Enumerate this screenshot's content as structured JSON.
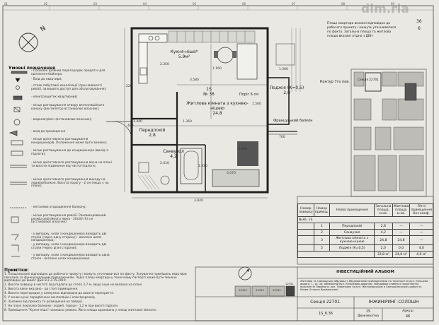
{
  "header": {
    "columns": [
      "01",
      "02",
      "03",
      "04",
      "05",
      "06",
      "07",
      "08",
      "09"
    ]
  },
  "watermark": "dim.ria",
  "topright": {
    "line1": "Площі квартири вказані відповідно до",
    "line2": "робочого проекту і можуть уточнюватися",
    "line3": "по факту. Загальна площа та житлова",
    "line4": "площа вказані згідно з ДБН",
    "num1": "36",
    "num2": "6"
  },
  "legend": {
    "title": "Умовні позначення",
    "items": [
      "- Посилені ділянки перегородок придатні для кріплення бойлера",
      "- Вхід до квартири;",
      "- стояк побутової каналізації (при наявності ревізії, залишити доступ для обслуговування);",
      "- електрощиток квартирний;",
      "- місце розташування отвору вентиляційного каналу (вентилятор встановлює власник);",
      "- водонагрівач (встановлює власник);",
      "- вхід до приміщення",
      "- місце орієнтовного розташування кондиціонерів. Положення може бути змінено;",
      "- місце розташування до кондиціонера (вихід із підлоги);",
      "- місце орієнтовного розташування вікна на плані та висоти підвіконня від чистої підлоги;",
      "- місце орієнтовного розташування виходу на лоджію/балкон. Висота порогу - 2 см (якщо є на плані);",
      "- металеве огородження балкону;",
      "- місце розташування ревізії. Рекомендований розмір ревізійного люка - 20х30 (h) см (встановлює власник)",
      "- у випадку, коли з кондиціонера виходить дві стріли (через одну сторону) - вказано шлях кондиціонера;",
      "- у випадку, коли з кондиціонера виходить дві стріли (через різні сторони);",
      "- у випадку, коли з кондиціонера виходить одна стріла - вказано шлях кондиціонера"
    ]
  },
  "notes": {
    "title": "Примітки:",
    "items": [
      "1. Площі вказані відповідно до робочого проекту і можуть уточнюватися по факту. Зонування приміщень квартири показано за функціональним призначенням. Поділ площі квартири у технічному паспорті може бути змінено відповідно до вимог ДБН В.2.2-15-2019.",
      "2. Висоти поверху в чистоті (від підлоги до стелі) 2,7 м, якщо інше не вказано на плані.",
      "3. Висота вікон вказано - до стелі приміщення.",
      "4. Висота перегородок у санвузлах відповідно до висоти перекриття.",
      "5. У зонах кухні передбачено вентиляцію і електророзвід.",
      "6. Залежно від проекту та розміщення на поверсі.",
      "7. На плані показано балкони і лоджії, тераси - 1,2 м при висоті підлоги.",
      "8. Приміщення \"Кухня-ніша\" показано умовно. Його площа враховано у площі житлової кімнати."
    ]
  },
  "plan": {
    "kitchen": {
      "name": "Кухня-ніша*",
      "area": "5.9м²"
    },
    "apartment": {
      "code": "1S",
      "number": "№ 36"
    },
    "living": {
      "name": "Житлова кімната з кухнею-нішею",
      "area": "24,8"
    },
    "hallway": {
      "name": "Передпокій",
      "area": "2,8"
    },
    "bathroom": {
      "name": "Санвузол",
      "area": "4,2"
    },
    "loggia": {
      "name": "Лоджія (К=0,5)",
      "area": "2,0"
    },
    "door_sill": "Поріг 6 см",
    "french_balcony": "Французький балкон",
    "contour": "Контур 7го пов.",
    "section_tag": "Секція 22701",
    "dims": {
      "d2350": "2.350",
      "d3580": "3.580",
      "d1160": "1.160",
      "d1360": "1.360",
      "d1440": "1.440",
      "d3000": "3.000",
      "d3070": "3.070",
      "d2410": "2.410",
      "d1930": "1.930",
      "d700": "700",
      "d1560": "1.560",
      "d3920": "3.920",
      "d220": "220",
      "d480": "480",
      "d1300": "1.300"
    }
  },
  "table": {
    "headers": [
      "Номер поверху",
      "Номер приміщ.",
      "Назва приміщення",
      "Загальна площа, м.кв.",
      "Житлова площа, м.кв.",
      "Літні приміщення без коеф."
    ],
    "group": "№36, 1S",
    "rows": [
      [
        "",
        "1",
        "Передпокій",
        "2,8",
        "—",
        "—"
      ],
      [
        "",
        "2",
        "Санвузол",
        "4,2",
        "—",
        "—"
      ],
      [
        "",
        "3",
        "Житлова кімната з кухнею-нішею",
        "24,8",
        "24,8",
        "—"
      ],
      [
        "",
        "5",
        "Лоджія (К=0,5)",
        "2,0",
        "0,0",
        "4,0"
      ]
    ],
    "totals": [
      "33,8 м²",
      "24,8 м²",
      "4,0 м²"
    ]
  },
  "titleblock": {
    "album": "ІНВЕСТИЦІЙНИЙ АЛЬБОМ",
    "description": "Житлова та громадська забудова з вбудованими приміщеннями на території по вул. Кільцева дорога, 1, 1а, 1б, обмеженій вул. Кільцевою дорогою, забудовою зливного закріплення проспектів Перемоги, вул. Тверезими та вул. Житомирською в Святошинському районі м. Києва (II черга будівництва)",
    "section": "Секція 22701.",
    "company": "ІНЖИНІРИНГ-СОЛОШН",
    "sheet_code": "1S_6.36",
    "apt_type": "1S",
    "apt_type_name": "Двокімнатна",
    "sheet_label": "Аркуш",
    "sheet_no": "46",
    "mini_sections": [
      "22704",
      "22703",
      "22702",
      "22701"
    ]
  }
}
